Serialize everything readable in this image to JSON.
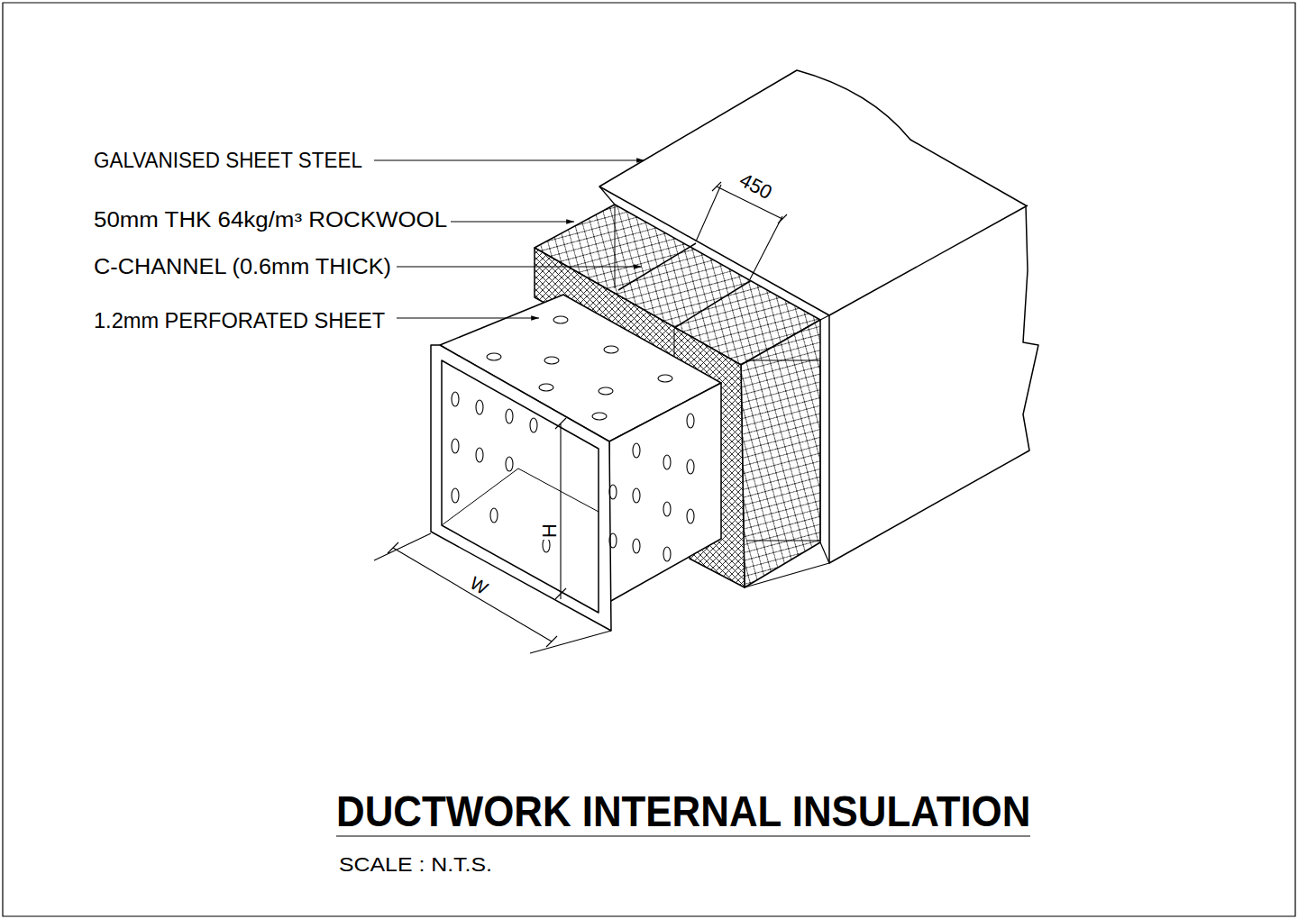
{
  "diagram": {
    "title": "DUCTWORK INTERNAL INSULATION",
    "caption": "SCALE : N.T.S.",
    "labels": [
      "GALVANISED SHEET STEEL",
      "50mm THK 64kg/m³ ROCKWOOL",
      "C-CHANNEL (0.6mm THICK)",
      "1.2mm PERFORATED SHEET",
      "450",
      "H",
      "W"
    ]
  }
}
